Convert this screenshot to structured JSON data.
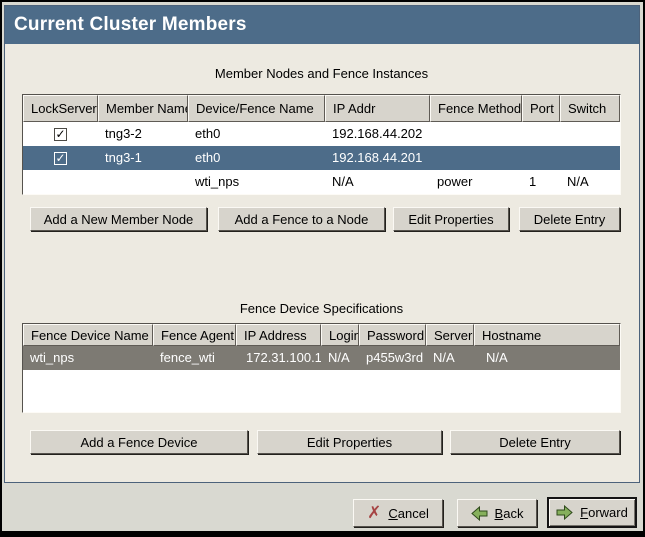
{
  "window": {
    "title": "Current Cluster Members"
  },
  "colors": {
    "titlebar_blue": "#4d6c89",
    "selection_active": "#4d6c89",
    "selection_inactive": "#7d7a73",
    "panel_bg": "#edeae1",
    "footer_bg": "#d9d9d1",
    "button_bg": "#d7d4cc"
  },
  "member_section": {
    "caption": "Member Nodes and Fence Instances",
    "headers": [
      "LockServer?",
      "Member Name",
      "Device/Fence Name",
      "IP Addr",
      "Fence Method",
      "Port",
      "Switch"
    ],
    "rows": [
      {
        "lockserver_checked": "✓",
        "member_name": "tng3-2",
        "device_fence_name": "eth0",
        "ip_addr": "192.168.44.202",
        "fence_method": "",
        "port": "",
        "switch": ""
      },
      {
        "lockserver_checked": "✓",
        "member_name": "tng3-1",
        "device_fence_name": "eth0",
        "ip_addr": "192.168.44.201",
        "fence_method": "",
        "port": "",
        "switch": ""
      },
      {
        "lockserver_checked": "",
        "member_name": "",
        "device_fence_name": "wti_nps",
        "ip_addr": "N/A",
        "fence_method": "power",
        "port": "1",
        "switch": "N/A"
      }
    ],
    "buttons": {
      "add_member": "Add a New Member Node",
      "add_fence": "Add a Fence to a Node",
      "edit_properties": "Edit Properties",
      "delete_entry": "Delete Entry"
    }
  },
  "fence_section": {
    "caption": "Fence Device Specifications",
    "headers": [
      "Fence Device Name",
      "Fence Agent",
      "IP Address",
      "Login",
      "Password",
      "Server",
      "Hostname"
    ],
    "rows": [
      {
        "fence_device_name": "wti_nps",
        "fence_agent": "fence_wti",
        "ip_address": "172.31.100.1",
        "login": "N/A",
        "password": "p455w3rd",
        "server": "N/A",
        "hostname": "N/A"
      }
    ],
    "buttons": {
      "add_fence_device": "Add a Fence Device",
      "edit_properties": "Edit Properties",
      "delete_entry": "Delete Entry"
    }
  },
  "footer": {
    "cancel": {
      "mnemonic": "C",
      "rest": "ancel"
    },
    "back": {
      "mnemonic": "B",
      "rest": "ack"
    },
    "forward": {
      "mnemonic": "F",
      "rest": "orward"
    }
  }
}
